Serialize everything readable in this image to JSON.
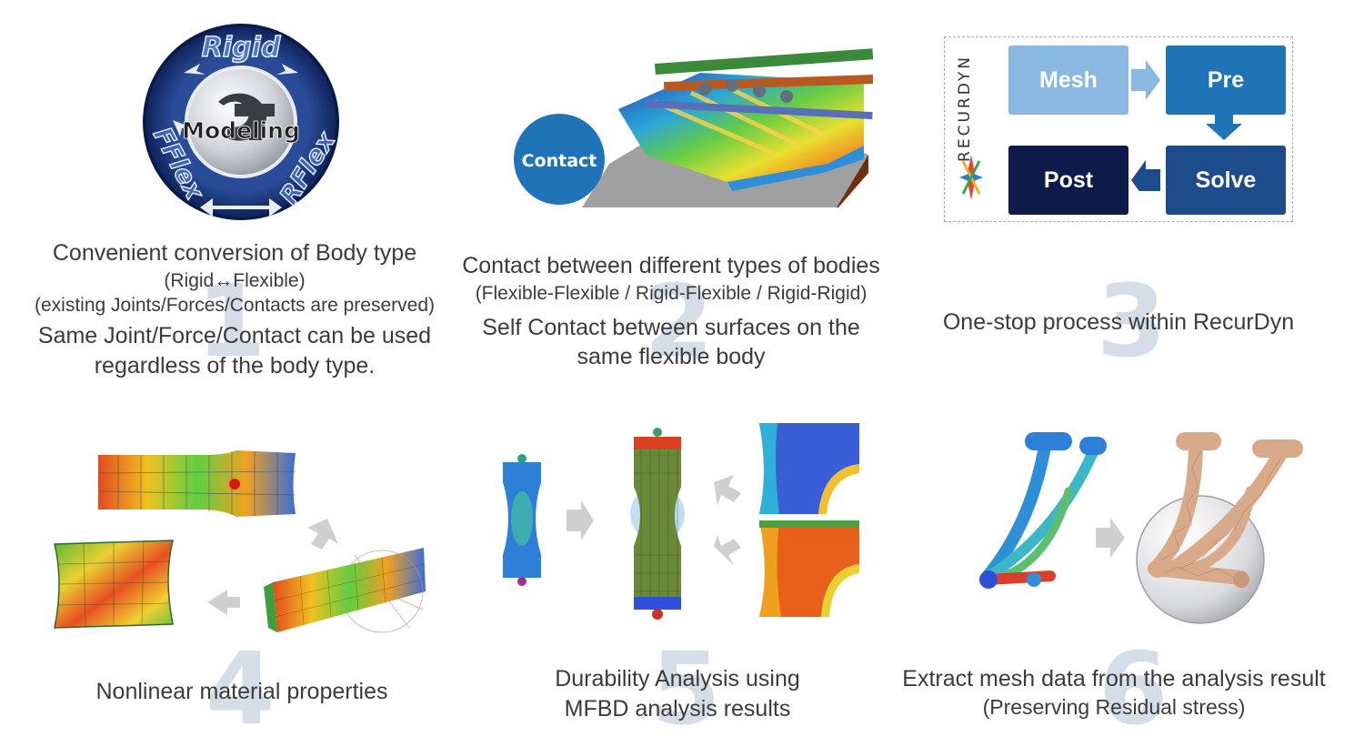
{
  "panels": [
    {
      "number": "1",
      "lines": [
        "Convenient conversion of Body type",
        "(Rigid↔Flexible)",
        "(existing Joints/Forces/Contacts are preserved)",
        "Same Joint/Force/Contact can be used",
        "regardless of the body type."
      ],
      "badge": {
        "center": "Modeling",
        "top": "Rigid",
        "left": "FFlex",
        "right": "RFlex"
      }
    },
    {
      "number": "2",
      "lines": [
        "Contact between different types of bodies",
        "(Flexible-Flexible / Rigid-Flexible / Rigid-Rigid)",
        "Self Contact between surfaces on the",
        "same flexible body"
      ],
      "badge": {
        "label": "Contact"
      }
    },
    {
      "number": "3",
      "lines": [
        "One-stop process within RecurDyn"
      ],
      "logo": "RECURDYN",
      "flow": [
        "Mesh",
        "Pre",
        "Solve",
        "Post"
      ]
    },
    {
      "number": "4",
      "lines": [
        "Nonlinear material properties"
      ]
    },
    {
      "number": "5",
      "lines": [
        "Durability Analysis using",
        "MFBD analysis results"
      ]
    },
    {
      "number": "6",
      "lines": [
        "Extract mesh data from the analysis result",
        "(Preserving Residual stress)"
      ]
    }
  ],
  "colors": {
    "navy": "#1e3a78",
    "blue": "#1f74b8",
    "light_blue": "#8ab8e0",
    "dark_navy": "#0e1a4a",
    "number_gray": "#d5dde8"
  }
}
